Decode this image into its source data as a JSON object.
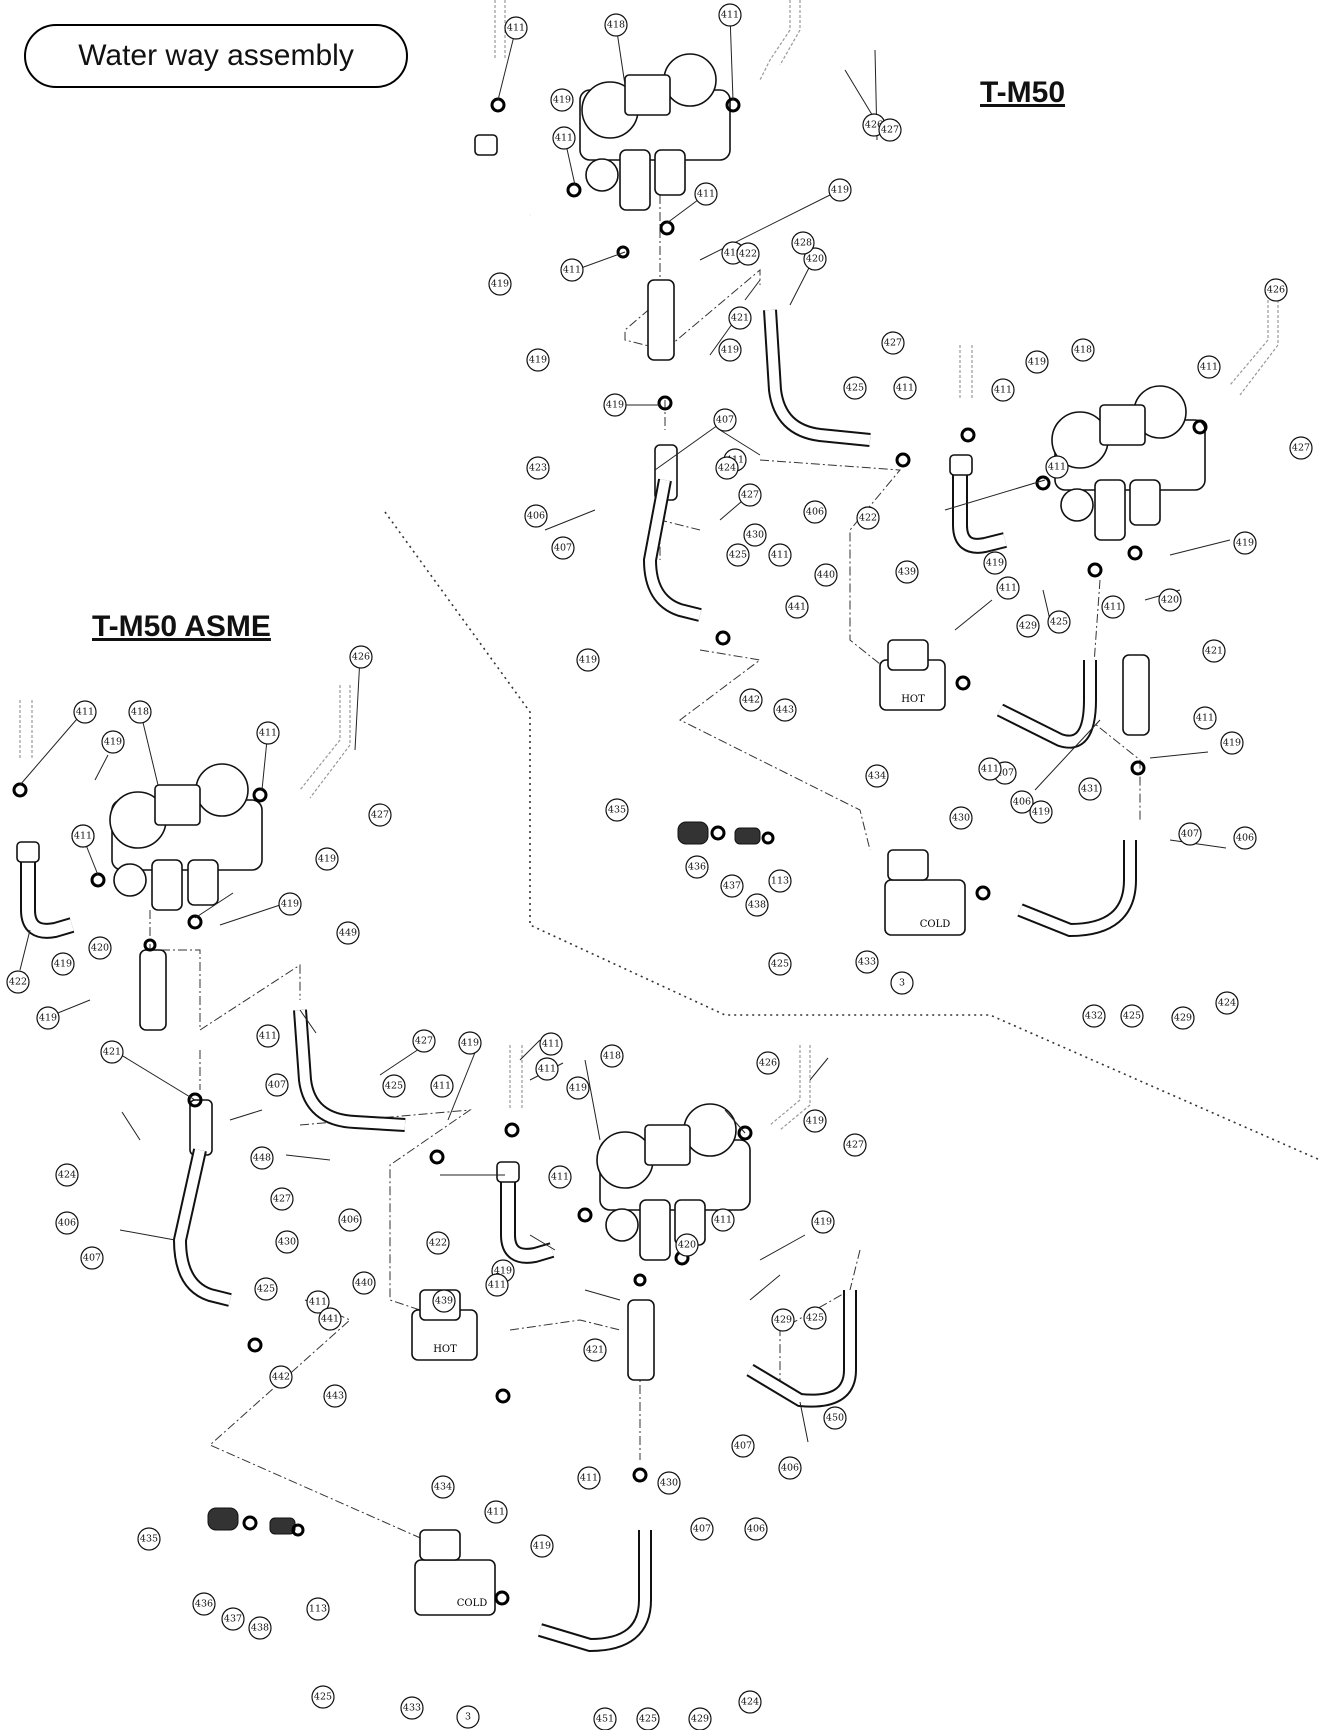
{
  "title": "Water way assembly",
  "models": {
    "t_m50": "T-M50",
    "t_m50_asme": "T-M50 ASME"
  },
  "hot_label": "HOT",
  "cold_label": "COLD",
  "callouts": {
    "tm50": [
      "411",
      "418",
      "411",
      "426",
      "419",
      "427",
      "411",
      "411",
      "419",
      "420",
      "419",
      "419",
      "422",
      "411",
      "428",
      "421",
      "419",
      "427",
      "419",
      "425",
      "411",
      "407",
      "419",
      "411",
      "423",
      "424",
      "427",
      "406",
      "430",
      "406",
      "407",
      "425",
      "411",
      "440",
      "439",
      "441",
      "419",
      "442",
      "443",
      "434",
      "435",
      "436",
      "437",
      "438",
      "113",
      "425",
      "433",
      "3",
      "432",
      "425",
      "429",
      "424",
      "406",
      "407",
      "418",
      "411",
      "426",
      "411",
      "411",
      "419",
      "427",
      "422",
      "411",
      "419",
      "419",
      "420",
      "411",
      "429",
      "425",
      "421",
      "411",
      "431",
      "419",
      "407",
      "406",
      "430",
      "411",
      "419"
    ],
    "asme": [
      "411",
      "418",
      "411",
      "426",
      "419",
      "427",
      "419",
      "411",
      "419",
      "422",
      "411",
      "420",
      "419",
      "421",
      "419",
      "449",
      "427",
      "419",
      "411",
      "425",
      "411",
      "407",
      "411",
      "418",
      "411",
      "426",
      "424",
      "448",
      "427",
      "406",
      "419",
      "406",
      "430",
      "407",
      "425",
      "411",
      "422",
      "411",
      "420",
      "411",
      "419",
      "427",
      "419",
      "441",
      "440",
      "439",
      "421",
      "419",
      "429",
      "425",
      "411",
      "442",
      "443",
      "450",
      "430",
      "406",
      "407",
      "411",
      "434",
      "435",
      "419",
      "411",
      "407",
      "406",
      "436",
      "437",
      "438",
      "113",
      "425",
      "433",
      "3",
      "451",
      "425",
      "429",
      "424"
    ]
  }
}
